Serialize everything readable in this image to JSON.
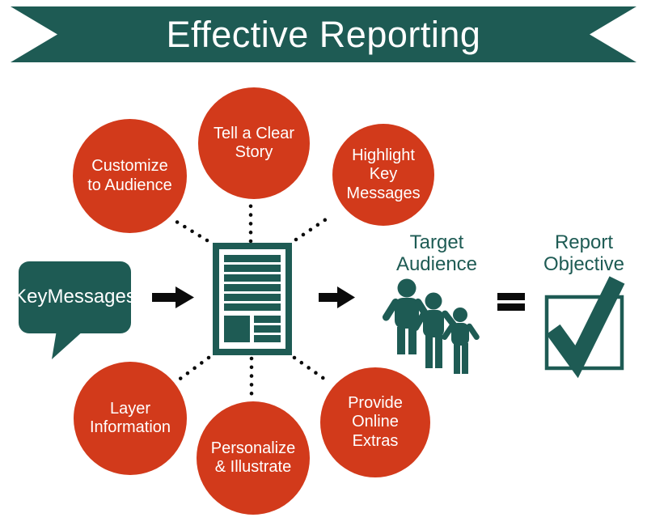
{
  "colors": {
    "teal": "#1E5B54",
    "red": "#D23A1B",
    "ink": "#0B0B0B"
  },
  "banner": {
    "title": "Effective Reporting"
  },
  "factors": [
    {
      "id": "customize-to-audience",
      "lines": [
        "Customize",
        "to Audience"
      ]
    },
    {
      "id": "tell-a-clear-story",
      "lines": [
        "Tell a Clear",
        "Story"
      ]
    },
    {
      "id": "highlight-key-messages",
      "lines": [
        "Highlight",
        "Key",
        "Messages"
      ]
    },
    {
      "id": "layer-information",
      "lines": [
        "Layer",
        "Information"
      ]
    },
    {
      "id": "personalize-illustrate",
      "lines": [
        "Personalize",
        "& Illustrate"
      ]
    },
    {
      "id": "provide-online-extras",
      "lines": [
        "Provide",
        "Online",
        "Extras"
      ]
    }
  ],
  "flow": {
    "key_messages": {
      "lines": [
        "Key",
        "Messages"
      ]
    },
    "target_audience": {
      "lines": [
        "Target",
        "Audience"
      ]
    },
    "equals_symbol": "=",
    "report_objective": {
      "lines": [
        "Report",
        "Objective"
      ]
    }
  },
  "icons": {
    "banner": "ribbon-banner-icon",
    "bubble": "speech-bubble-icon",
    "document": "report-document-icon",
    "arrows": "right-arrow-icon",
    "people": "audience-people-icon",
    "equals": "equals-sign-icon",
    "checkbox": "checked-checkbox-icon",
    "connectors": "dotted-line"
  }
}
